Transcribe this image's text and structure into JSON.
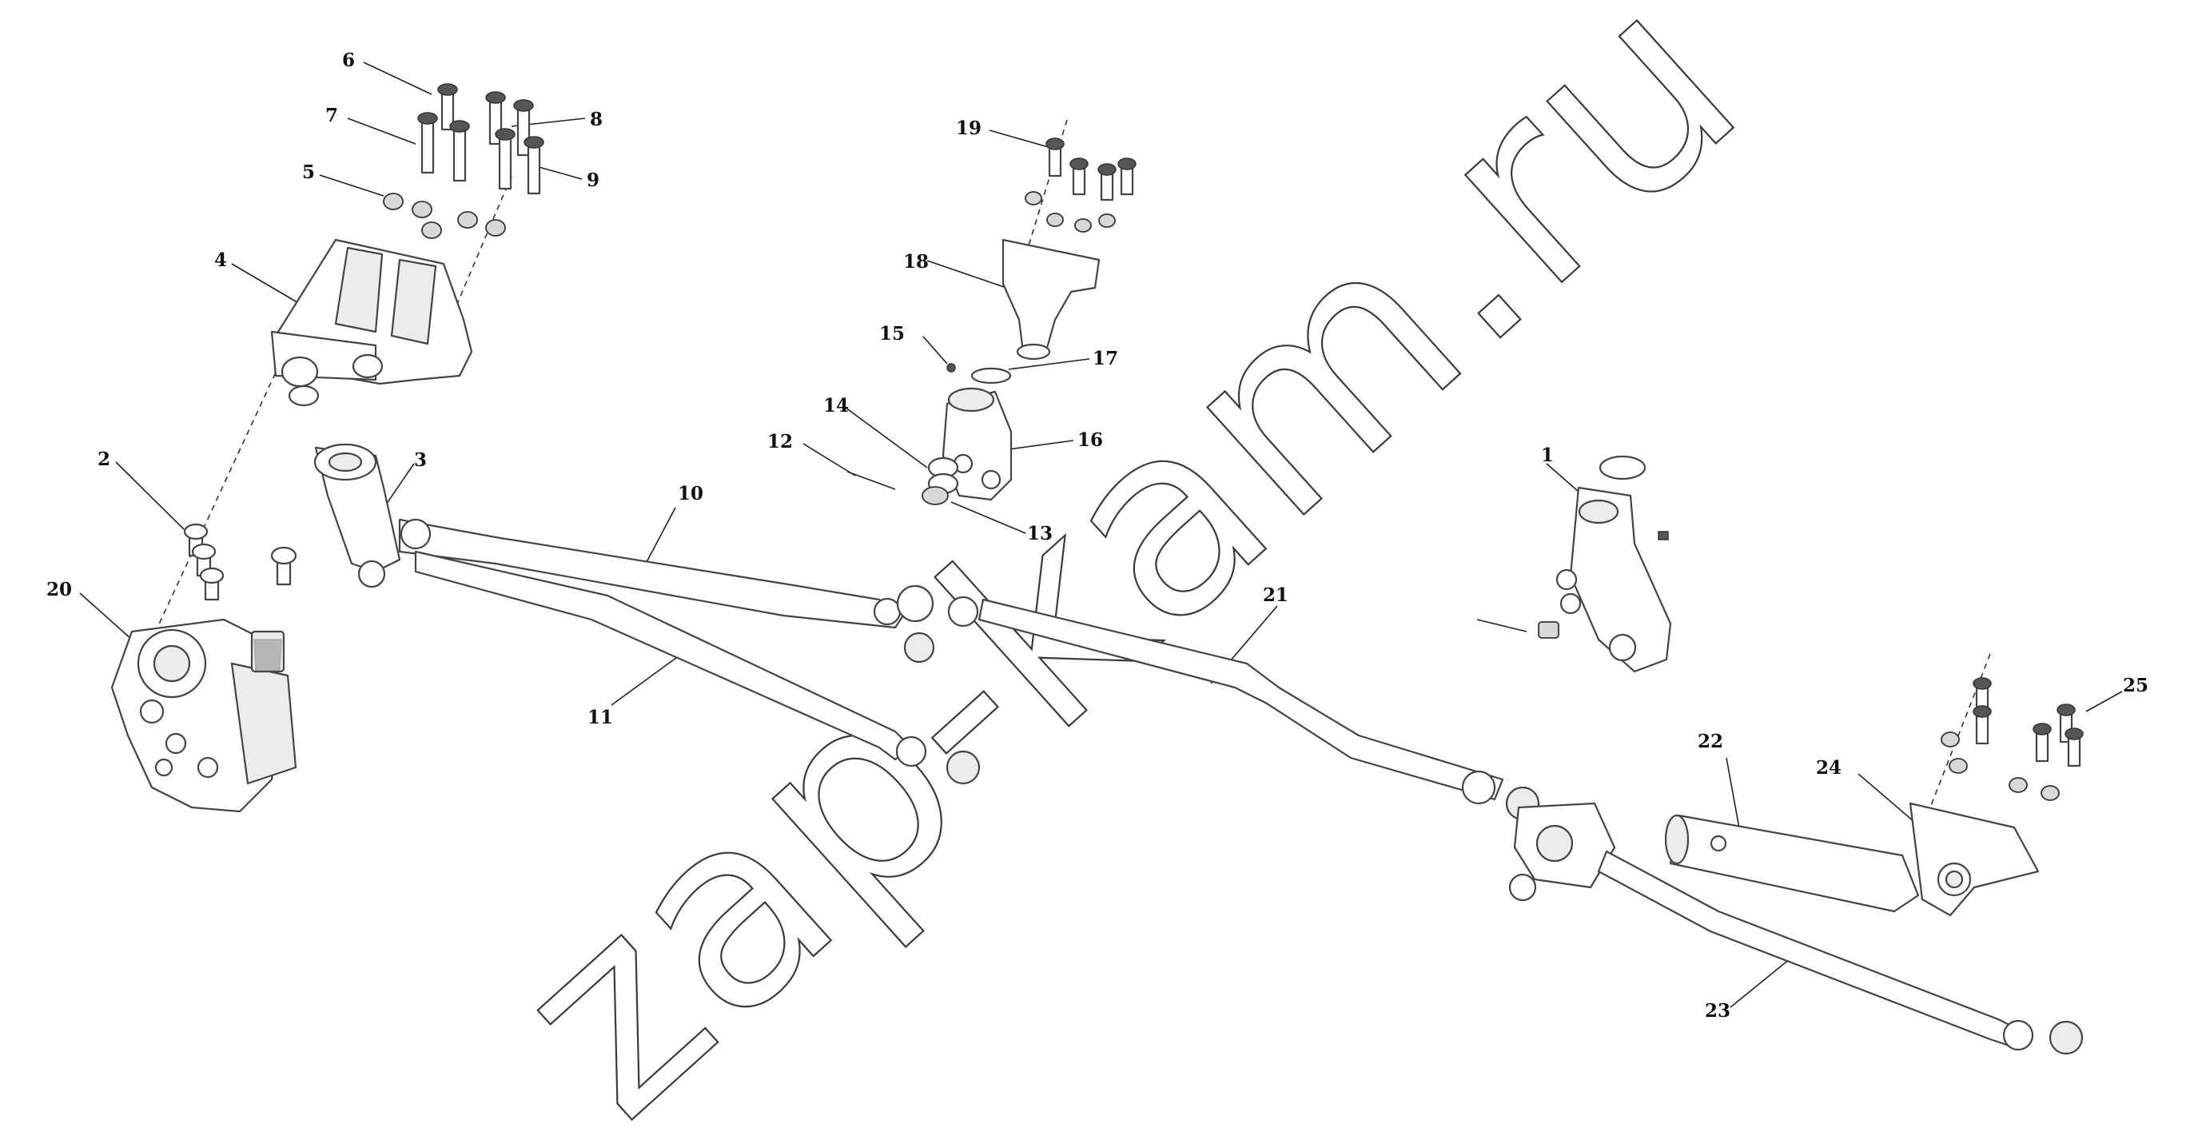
{
  "callouts": [
    {
      "id": "c1",
      "text": "1"
    },
    {
      "id": "c2",
      "text": "2"
    },
    {
      "id": "c3",
      "text": "3"
    },
    {
      "id": "c4",
      "text": "4"
    },
    {
      "id": "c5",
      "text": "5"
    },
    {
      "id": "c6",
      "text": "6"
    },
    {
      "id": "c7",
      "text": "7"
    },
    {
      "id": "c8",
      "text": "8"
    },
    {
      "id": "c9",
      "text": "9"
    },
    {
      "id": "c10",
      "text": "10"
    },
    {
      "id": "c11",
      "text": "11"
    },
    {
      "id": "c12",
      "text": "12"
    },
    {
      "id": "c13",
      "text": "13"
    },
    {
      "id": "c14",
      "text": "14"
    },
    {
      "id": "c15",
      "text": "15"
    },
    {
      "id": "c16",
      "text": "16"
    },
    {
      "id": "c17",
      "text": "17"
    },
    {
      "id": "c18",
      "text": "18"
    },
    {
      "id": "c19",
      "text": "19"
    },
    {
      "id": "c20",
      "text": "20"
    },
    {
      "id": "c21",
      "text": "21"
    },
    {
      "id": "c22",
      "text": "22"
    },
    {
      "id": "c23",
      "text": "23"
    },
    {
      "id": "c24",
      "text": "24"
    },
    {
      "id": "c25",
      "text": "25"
    }
  ],
  "watermark": {
    "text": "zap-kam.ru"
  }
}
